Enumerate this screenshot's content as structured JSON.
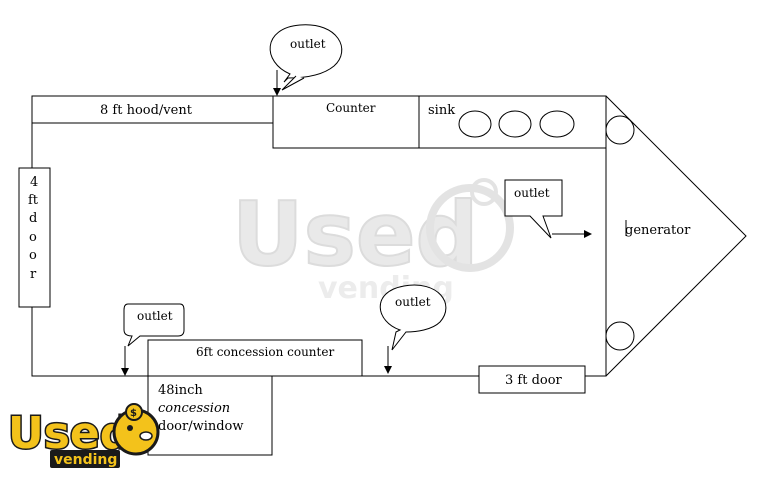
{
  "labels": {
    "hood": "8 ft hood/vent",
    "counter": "Counter",
    "sink": "sink",
    "door_side": [
      "4",
      "ft",
      "d",
      "o",
      "o",
      "r"
    ],
    "generator": "generator",
    "concession_counter": "6ft concession counter",
    "concession_door": [
      "48inch",
      "concession",
      "door/window"
    ],
    "door_3ft": "3 ft door"
  },
  "outlets": {
    "top": "outlet",
    "right": "outlet",
    "left": "outlet",
    "middle": "outlet"
  },
  "watermark": {
    "brand": "Used",
    "sub": "vending"
  },
  "logo": {
    "brand": "Used",
    "sub": "vending"
  },
  "colors": {
    "line": "#000000",
    "watermark": "#e6e6e6",
    "logo_fill": "#f3c21b",
    "logo_stroke": "#1a1a1a"
  }
}
